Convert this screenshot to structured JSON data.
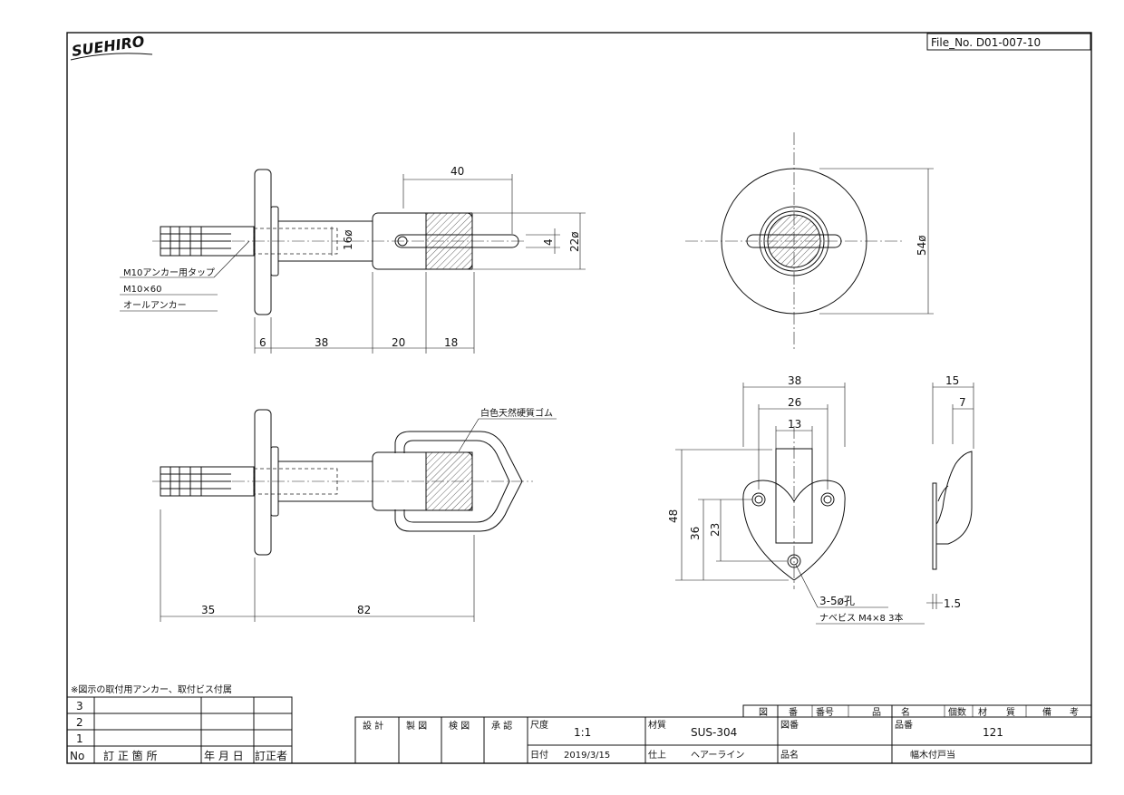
{
  "header": {
    "logo_text": "SUEHIRO",
    "file_no": "File_No. D01-007-10"
  },
  "notes": {
    "bottom_note": "※図示の取付用アンカー、取付ビス付属",
    "tap_label": "M10アンカー用タップ",
    "anchor_size": "M10×60",
    "anchor_type": "オールアンカー",
    "rubber_label": "白色天然硬質ゴム",
    "hole_label": "3-5ø孔",
    "screw_label": "ナベビス M4×8 3本"
  },
  "dimensions": {
    "top_view": {
      "d40": "40",
      "d6": "6",
      "d38": "38",
      "d20": "20",
      "d18": "18",
      "dia16": "16ø",
      "d4": "4",
      "dia22": "22ø"
    },
    "front_view": {
      "dia54": "54ø"
    },
    "side_view": {
      "d35": "35",
      "d82": "82"
    },
    "bracket_view": {
      "d38": "38",
      "d26": "26",
      "d13": "13",
      "d48": "48",
      "d36": "36",
      "d23": "23"
    },
    "profile_view": {
      "d15": "15",
      "d7": "7",
      "d1_5": "1.5"
    }
  },
  "revision_table": {
    "rows": [
      "3",
      "2",
      "1"
    ],
    "headers": [
      "No",
      "訂 正 箇 所",
      "年 月 日",
      "訂正者"
    ]
  },
  "title_block": {
    "approval_headers": [
      "設 計",
      "製 図",
      "検 図",
      "承 認"
    ],
    "top_headers": [
      "図",
      "番",
      "番号",
      "品",
      "名",
      "個数",
      "材",
      "質",
      "備",
      "考"
    ],
    "scale_label": "尺度",
    "scale_value": "1:1",
    "material_label": "材質",
    "material_value": "SUS-304",
    "drawing_no_label": "図番",
    "part_no_label": "品番",
    "part_no_value": "121",
    "date_label": "日付",
    "date_value": "2019/3/15",
    "finish_label": "仕上",
    "finish_value": "ヘアーライン",
    "product_label": "品名",
    "product_value": "幅木付戸当"
  }
}
